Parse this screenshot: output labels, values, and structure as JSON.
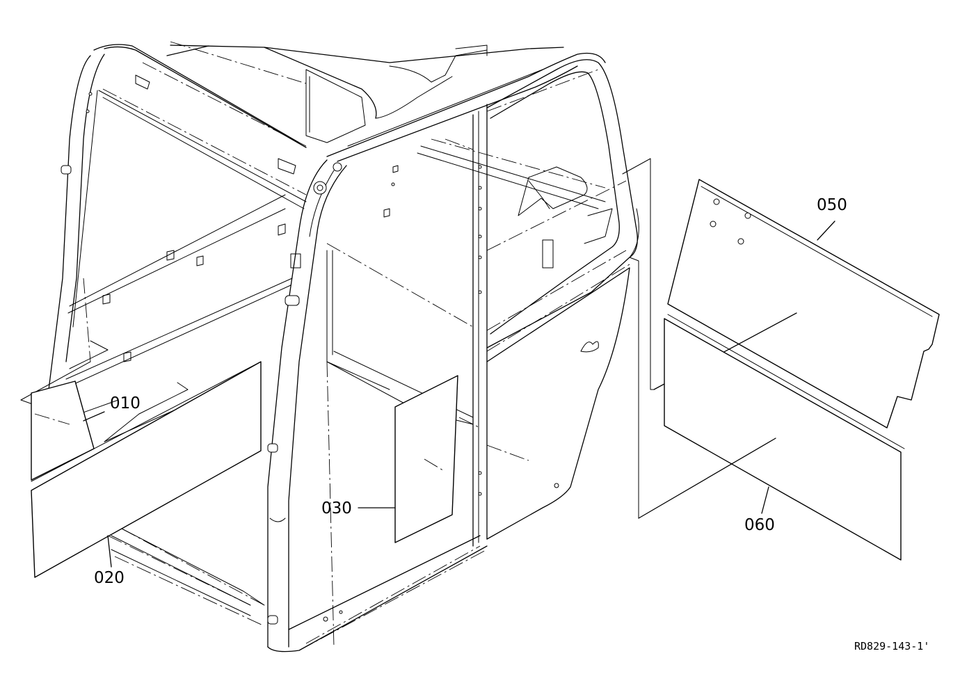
{
  "diagram": {
    "parts": [
      {
        "id": "part-010",
        "label": "010"
      },
      {
        "id": "part-020",
        "label": "020"
      },
      {
        "id": "part-030",
        "label": "030"
      },
      {
        "id": "part-050",
        "label": "050"
      },
      {
        "id": "part-060",
        "label": "060"
      }
    ],
    "reference_code": "RD829-143-1'"
  }
}
